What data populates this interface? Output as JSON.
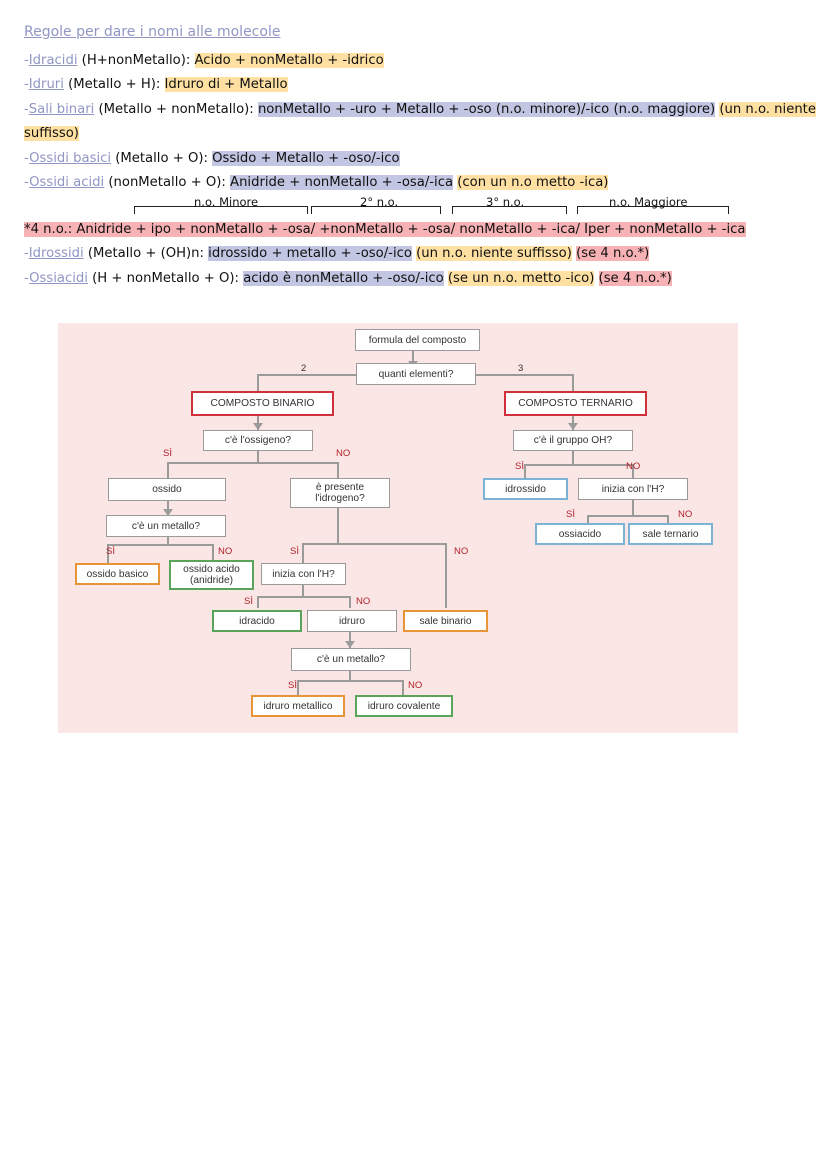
{
  "title": "Regole per dare i nomi alle molecole",
  "rules": {
    "idracidi": {
      "label": "Idracidi",
      "formula": " (H+nonMetallo): ",
      "name": "Acido + nonMetallo + -idrico"
    },
    "idruri": {
      "label": "Idruri",
      "formula": " (Metallo + H): ",
      "name": "Idruro di + Metallo"
    },
    "sali": {
      "label": "Sali binari",
      "formula": " (Metallo + nonMetallo): ",
      "name": "nonMetallo + -uro + Metallo + -oso (n.o. minore)/-ico (n.o. maggiore)",
      "note": "(un n.o. niente suffisso)"
    },
    "ossidi_basici": {
      "label": "Ossidi basici",
      "formula": " (Metallo + O): ",
      "name": "Ossido + Metallo + -oso/-ico"
    },
    "ossidi_acidi": {
      "label": "Ossidi acidi",
      "formula": " (nonMetallo + O): ",
      "name": "Anidride + nonMetallo + -osa/-ica",
      "note": "(con un n.o metto -ica)"
    },
    "brackets": [
      "n.o. Minore",
      "2° n.o.",
      "3° n.o.",
      "n.o. Maggiore"
    ],
    "quattro": "*4 n.o.: Anidride + ipo + nonMetallo + -osa/ +nonMetallo + -osa/ nonMetallo + -ica/ Iper + nonMetallo + -ica",
    "idrossidi": {
      "label": "Idrossidi",
      "formula": " (Metallo + (OH)n: ",
      "name": "idrossido + metallo + -oso/-ico",
      "note": "(un n.o. niente suffisso)",
      "note2": "(se 4 n.o.*)"
    },
    "ossiacidi": {
      "label": "Ossiacidi",
      "formula": " (H + nonMetallo + O): ",
      "name": "acido è nonMetallo + -oso/-ico",
      "note": "(se un n.o. metto -ico)",
      "note2": "(se 4 n.o.*)"
    }
  },
  "flow": {
    "formula": "formula del composto",
    "quanti": "quanti elementi?",
    "n2": "2",
    "n3": "3",
    "binario": "COMPOSTO BINARIO",
    "ternario": "COMPOSTO TERNARIO",
    "ossigeno": "c'è l'ossigeno?",
    "gruppo_oh": "c'è il gruppo OH?",
    "ossido": "ossido",
    "idrogeno": "è presente l'idrogeno?",
    "idrossido": "idrossido",
    "inizia_h_tern": "inizia con l'H?",
    "metallo_q1": "c'è un metallo?",
    "ossiacido": "ossiacido",
    "sale_ternario": "sale ternario",
    "ossido_basico": "ossido basico",
    "ossido_acido": "ossido acido (anidride)",
    "inizia_h_bin": "inizia con l'H?",
    "idracido": "idracido",
    "idruro": "idruro",
    "sale_binario": "sale binario",
    "metallo_q2": "c'è un metallo?",
    "idruro_metallico": "idruro metallico",
    "idruro_covalente": "idruro covalente",
    "si": "SÌ",
    "no": "NO"
  }
}
